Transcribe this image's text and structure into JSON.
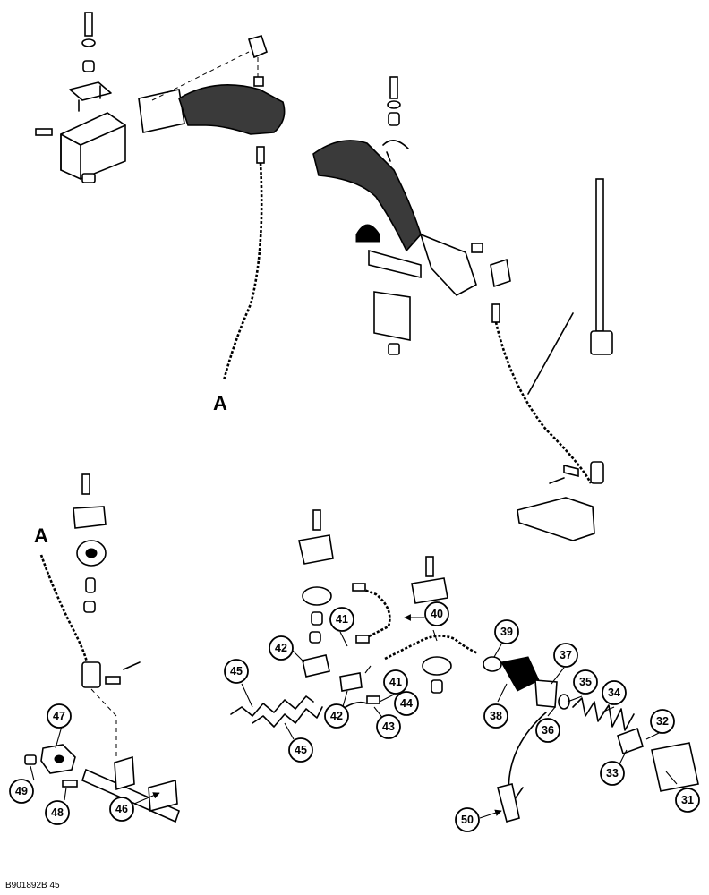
{
  "callouts": [
    "31",
    "32",
    "33",
    "34",
    "35",
    "36",
    "37",
    "38",
    "39",
    "40",
    "41",
    "41",
    "42",
    "42",
    "43",
    "44",
    "45",
    "45",
    "46",
    "47",
    "48",
    "49",
    "50"
  ],
  "connector_letters": [
    "A",
    "A"
  ],
  "figure_reference": "B901892B 45"
}
